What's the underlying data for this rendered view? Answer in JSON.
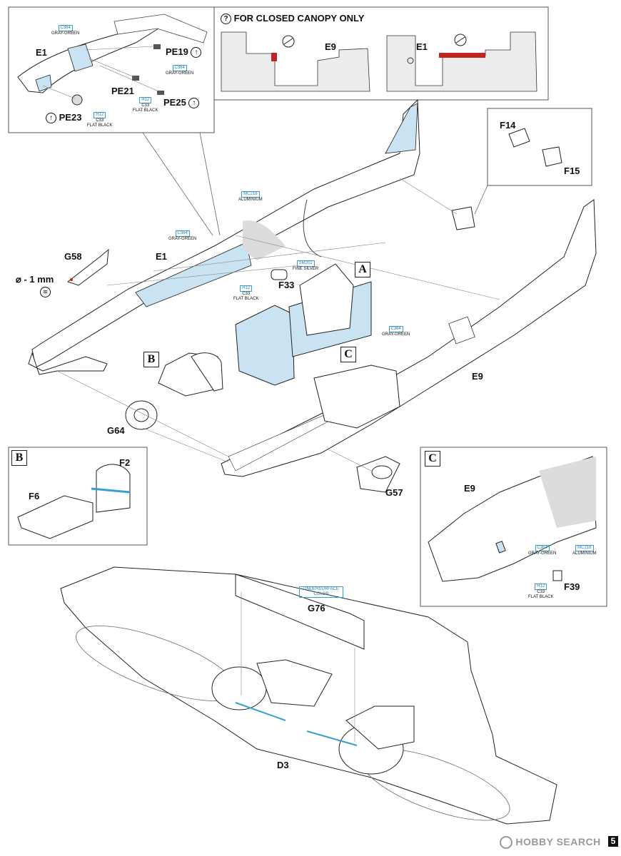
{
  "closed_canopy_note": "FOR CLOSED CANOPY ONLY",
  "question_icon": "question-mark-icon",
  "callouts": {
    "b": "B",
    "c": "C",
    "a": "A"
  },
  "parts": {
    "e1_top": "E1",
    "pe19": "PE19",
    "pe21": "PE21",
    "pe25": "PE25",
    "pe23": "PE23",
    "e9_closed": "E9",
    "e1_closed": "E1",
    "f14": "F14",
    "f15": "F15",
    "g58": "G58",
    "e1_main": "E1",
    "f33": "F33",
    "e9_main": "E9",
    "g64": "G64",
    "g57": "G57",
    "f2": "F2",
    "f6": "F6",
    "e9_c": "E9",
    "f39": "F39",
    "g76": "G76",
    "d3": "D3"
  },
  "drill_note": "⌀ - 1 mm",
  "paints": {
    "c364_top": {
      "code": "C364",
      "name": "GRAY-GREEN"
    },
    "c364_pe21": {
      "code": "C364",
      "name": "GRAY-GREEN"
    },
    "h12_pe25": {
      "code1": "H12",
      "code2": "C33",
      "name": "FLAT BLACK"
    },
    "h12_pe23": {
      "code1": "H12",
      "code2": "C33",
      "name": "FLAT BLACK"
    },
    "mc218_main": {
      "code": "MC218",
      "name": "ALUMINIUM"
    },
    "c364_main": {
      "code": "C364",
      "name": "GRAY-GREEN"
    },
    "sm201": {
      "code": "SM201",
      "name": "FINE SILVER"
    },
    "h12_f33": {
      "code1": "H12",
      "code2": "C33",
      "name": "FLAT BLACK"
    },
    "c364_e9": {
      "code": "C364",
      "name": "GRAY-GREEN"
    },
    "c364_c": {
      "code": "C364",
      "name": "GRAY-GREEN"
    },
    "mc218_c": {
      "code": "MC218",
      "name": "ALUMINIUM"
    },
    "h12_f39": {
      "code1": "H12",
      "code2": "C33",
      "name": "FLAT BLACK"
    },
    "undersurface": {
      "name": "UNDERSURFACE COLOR"
    }
  },
  "footer": {
    "brand": "HOBBY SEARCH",
    "page": "5"
  },
  "colors": {
    "highlight_blue": "#c9e3f2",
    "red_mark": "#c0261f",
    "shadow_gray": "#dcdcdc"
  }
}
